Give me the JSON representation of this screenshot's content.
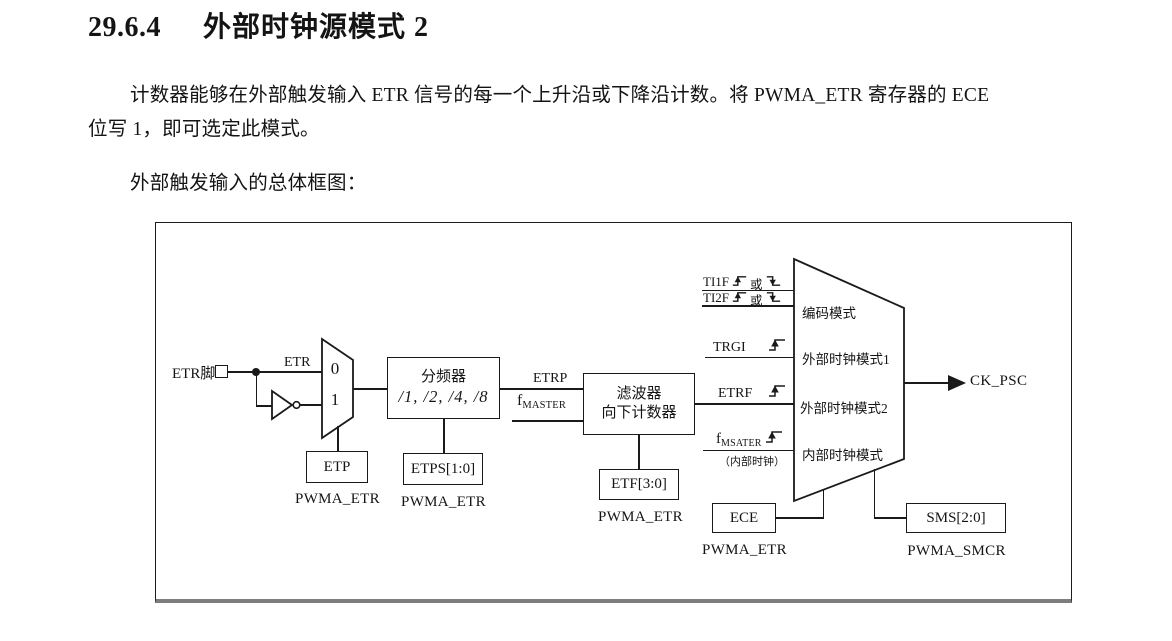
{
  "doc": {
    "section_number": "29.6.4",
    "section_title": "外部时钟源模式 2",
    "paragraph_line1": "计数器能够在外部触发输入 ETR 信号的每一个上升沿或下降沿计数。将 PWMA_ETR 寄存器的 ECE",
    "paragraph_line2": "位写 1，即可选定此模式。",
    "figure_intro": "外部触发输入的总体框图："
  },
  "diagram": {
    "etr_pin_label": "ETR脚",
    "signals": {
      "etr": "ETR",
      "etrp": "ETRP",
      "etrf": "ETRF",
      "f_master": "f",
      "f_master_sub": "MASTER",
      "ti1f": "TI1F",
      "ti2f": "TI2F",
      "or": "或",
      "trgi": "TRGI",
      "f_msater": "f",
      "f_msater_sub": "MSATER",
      "internal_clock_note": "（内部时钟）",
      "ck_psc": "CK_PSC"
    },
    "mux_small": {
      "in0": "0",
      "in1": "1"
    },
    "blocks": {
      "prescaler_title": "分频器",
      "prescaler_ratios": "/1, /2, /4, /8",
      "filter_line1": "滤波器",
      "filter_line2": "向下计数器"
    },
    "bits": {
      "etp": "ETP",
      "etps": "ETPS[1:0]",
      "etf": "ETF[3:0]",
      "ece": "ECE",
      "sms": "SMS[2:0]"
    },
    "registers": {
      "pwma_etr": "PWMA_ETR",
      "pwma_smcr": "PWMA_SMCR"
    },
    "mux_modes": {
      "encoder": "编码模式",
      "external1": "外部时钟模式1",
      "external2": "外部时钟模式2",
      "internal": "内部时钟模式"
    }
  }
}
